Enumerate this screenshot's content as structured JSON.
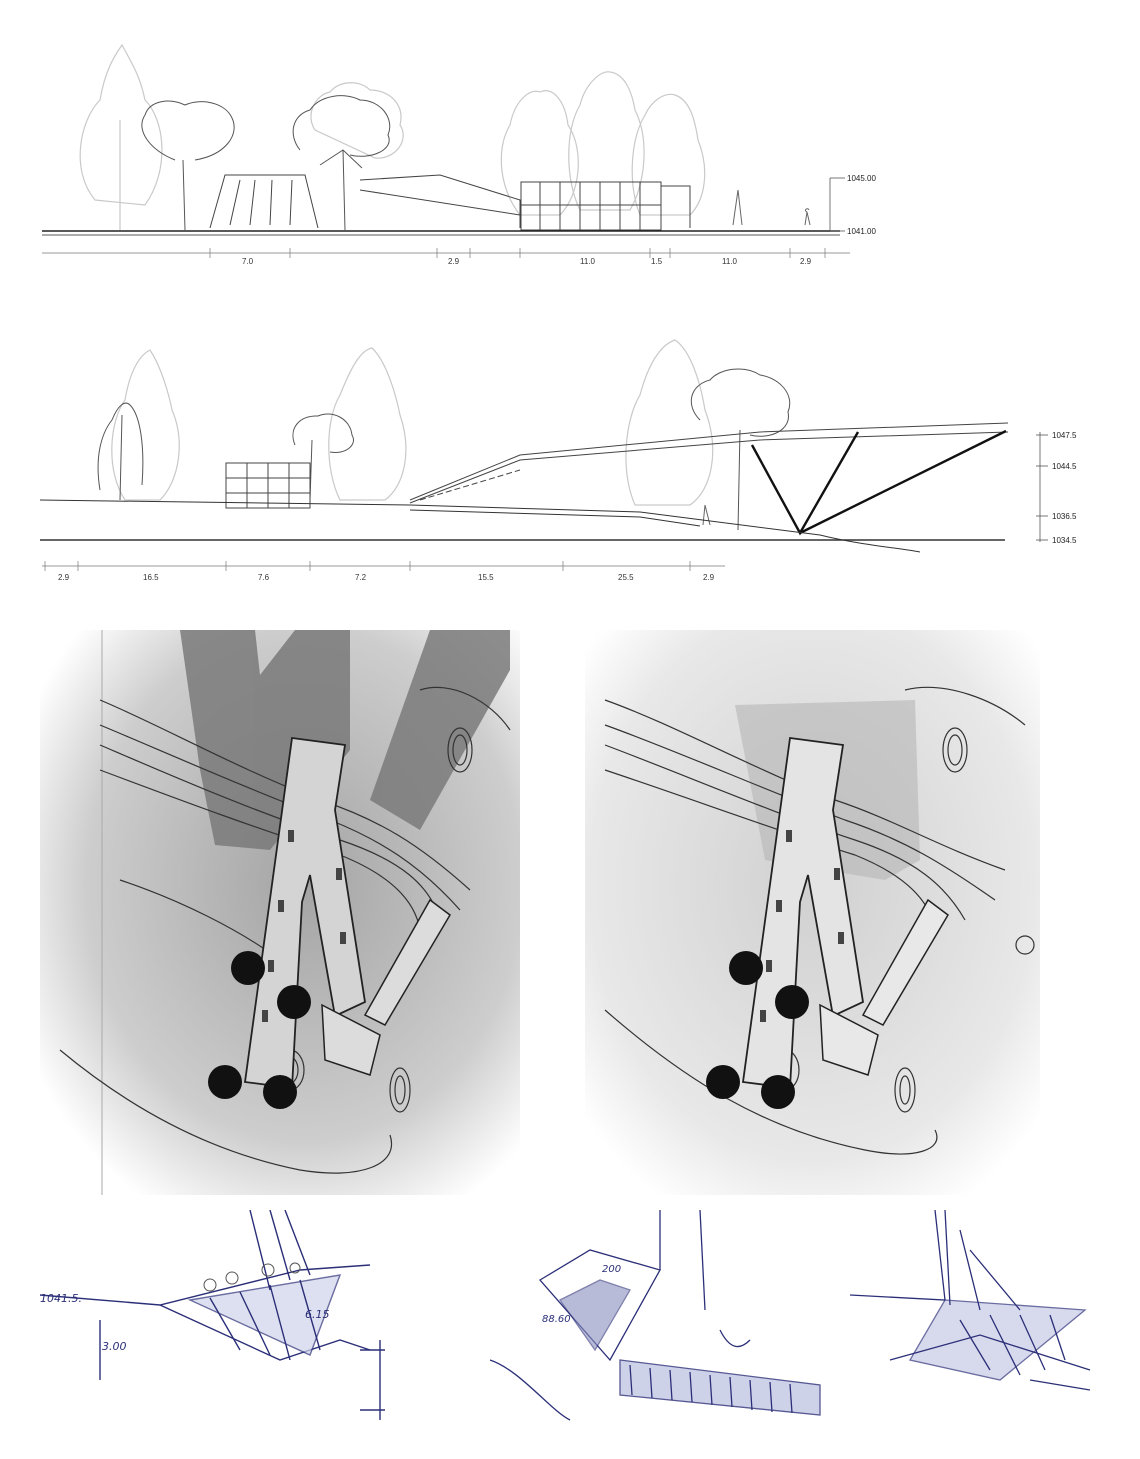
{
  "section_top": {
    "levels": [
      "1045.00",
      "1041.00"
    ],
    "dimensions": [
      "7.0",
      "2.9",
      "11.0",
      "1.5",
      "11.0",
      "2.9"
    ]
  },
  "section_bottom": {
    "levels": [
      "1047.5",
      "1044.5",
      "1036.5",
      "1034.5"
    ],
    "dimensions": [
      "2.9",
      "16.5",
      "7.6",
      "7.2",
      "15.5",
      "25.5",
      "2.9"
    ]
  },
  "sketches": {
    "left_notes": [
      "1041.5.",
      "3.00",
      "6.15"
    ],
    "mid_notes": [
      "200",
      "88.60"
    ]
  }
}
